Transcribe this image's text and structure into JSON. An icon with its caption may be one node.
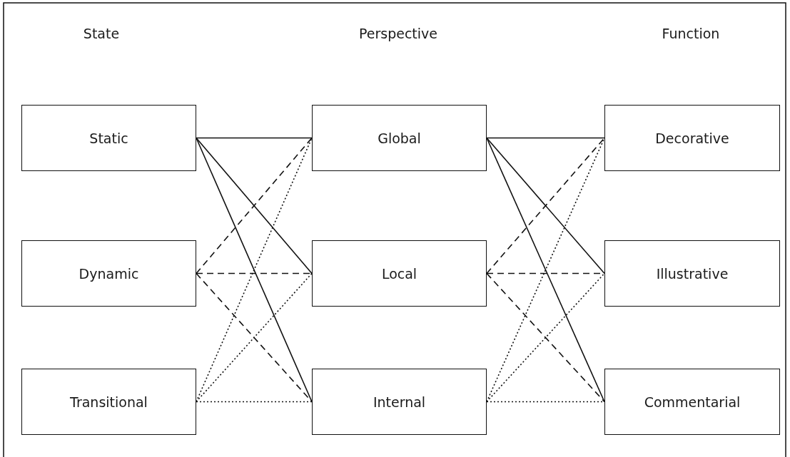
{
  "diagram": {
    "nodes": [
      {
        "text": [
          "Static"
        ]
      },
      {
        "text": [
          "Dynamic"
        ]
      },
      {
        "text": [
          "Transitional"
        ]
      },
      {
        "text": [
          "Global"
        ]
      },
      {
        "text": [
          "Local"
        ]
      },
      {
        "text": [
          "Internal"
        ]
      },
      {
        "text": [
          "Decorative"
        ]
      },
      {
        "text": [
          "Illustrative"
        ]
      },
      {
        "text": [
          "Commentarial"
        ]
      }
    ],
    "edges": [
      {
        "from": 0,
        "to": 3,
        "arrow": "none"
      },
      {
        "from": 0,
        "to": 4,
        "arrow": "none"
      },
      {
        "from": 0,
        "to": 5,
        "arrow": "none"
      },
      {
        "from": 1,
        "to": 3,
        "arrow": "none",
        "style": "dashed"
      },
      {
        "from": 1,
        "to": 4,
        "arrow": "none",
        "style": "dashed"
      },
      {
        "from": 1,
        "to": 5,
        "arrow": "none",
        "style": "dashed"
      },
      {
        "from": 2,
        "to": 3,
        "arrow": "none",
        "style": "dashed"
      },
      {
        "from": 2,
        "to": 4,
        "arrow": "none",
        "style": "dashed"
      },
      {
        "from": 2,
        "to": 5,
        "arrow": "none",
        "style": "dashed"
      },
      {
        "from": 3,
        "to": 6,
        "arrow": "none"
      },
      {
        "from": 3,
        "to": 7,
        "arrow": "none"
      },
      {
        "from": 3,
        "to": 8,
        "arrow": "none"
      },
      {
        "from": 4,
        "to": 6,
        "arrow": "none",
        "style": "dashed"
      },
      {
        "from": 4,
        "to": 7,
        "arrow": "none",
        "style": "dashed"
      },
      {
        "from": 4,
        "to": 8,
        "arrow": "none",
        "style": "dashed"
      },
      {
        "from": 5,
        "to": 6,
        "arrow": "none",
        "style": "dashed"
      },
      {
        "from": 5,
        "to": 7,
        "arrow": "none",
        "style": "dashed"
      },
      {
        "from": 5,
        "to": 8,
        "arrow": "none",
        "style": "dashed"
      }
    ],
    "labels": [
      "State",
      "Perspective",
      "Function"
    ]
  }
}
